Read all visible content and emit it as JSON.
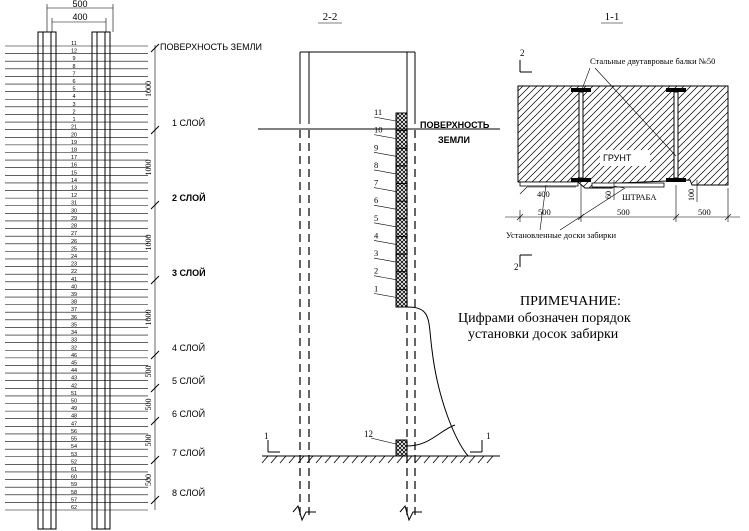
{
  "left_view": {
    "dim_outer": "500",
    "dim_inner": "400",
    "ground_surface": "ПОВЕРХНОСТЬ ЗЕМЛИ",
    "layer_labels": [
      "1 СЛОЙ",
      "2 СЛОЙ",
      "3 СЛОЙ",
      "4 СЛОЙ",
      "5 СЛОЙ",
      "6 СЛОЙ",
      "7 СЛОЙ",
      "8 СЛОЙ"
    ],
    "layer_dims": [
      "1000",
      "1000",
      "1000",
      "1000",
      "500",
      "500",
      "500",
      "500"
    ],
    "board_numbers": [
      "11",
      "12",
      "9",
      "8",
      "7",
      "6",
      "5",
      "4",
      "3",
      "2",
      "1",
      "21",
      "20",
      "19",
      "18",
      "17",
      "16",
      "15",
      "14",
      "13",
      "12",
      "31",
      "30",
      "29",
      "28",
      "27",
      "26",
      "25",
      "24",
      "23",
      "22",
      "41",
      "40",
      "39",
      "38",
      "37",
      "36",
      "35",
      "34",
      "33",
      "32",
      "46",
      "45",
      "44",
      "43",
      "42",
      "51",
      "50",
      "49",
      "48",
      "47",
      "56",
      "55",
      "54",
      "53",
      "52",
      "61",
      "60",
      "59",
      "58",
      "57",
      "62"
    ]
  },
  "section_2_2": {
    "title": "2-2",
    "ground_surface_line1": "ПОВЕРХНОСТЬ",
    "ground_surface_line2": "ЗЕМЛИ",
    "board_labels": [
      "11",
      "10",
      "9",
      "8",
      "7",
      "6",
      "5",
      "4",
      "3",
      "2",
      "1"
    ],
    "bottom_board_label": "12",
    "cut_label_left": "1",
    "cut_label_right": "1"
  },
  "section_1_1": {
    "title": "1-1",
    "beams_label": "Стальные двутавровые балки №50",
    "soil_label": "ГРУНТ",
    "groove_label": "ШТРАБА",
    "dim_400": "400",
    "dim_60": "60",
    "dim_100": "100",
    "dims_bottom": [
      "500",
      "500",
      "500"
    ],
    "boards_label": "Установленные доски забирки",
    "cut_label_top": "2",
    "cut_label_bottom": "2"
  },
  "note": {
    "title": "ПРИМЕЧАНИЕ:",
    "line1": "Цифрами обозначен порядок",
    "line2": "установки досок забирки"
  }
}
